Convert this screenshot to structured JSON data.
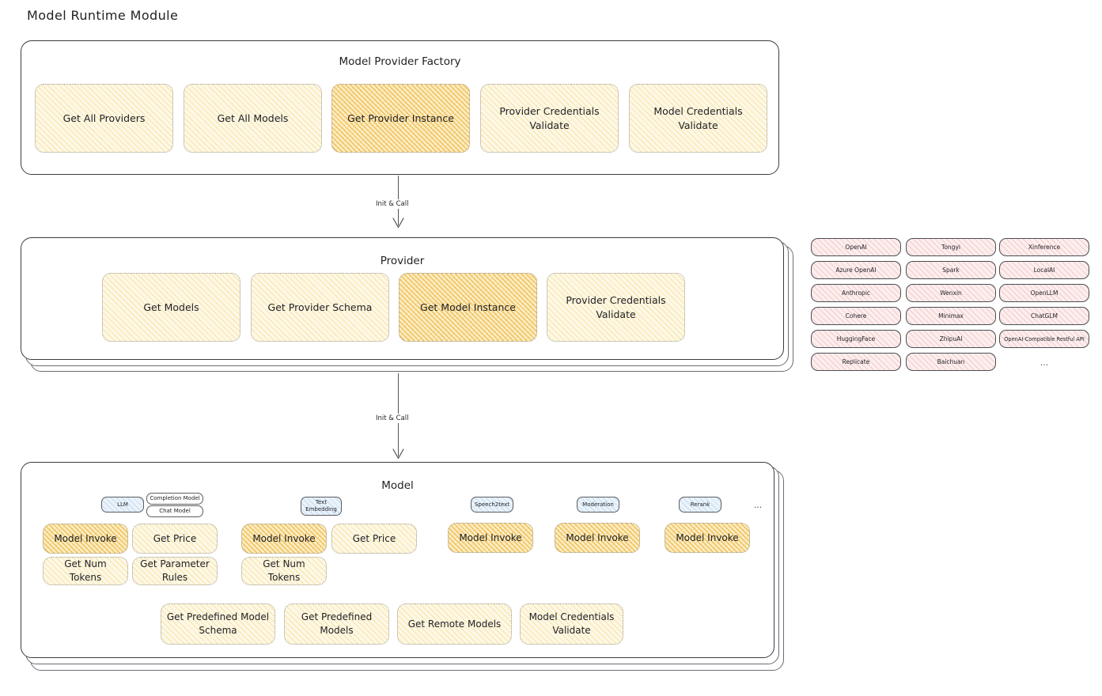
{
  "title": "Model Runtime Module",
  "sections": {
    "factory": {
      "title": "Model Provider Factory",
      "nodes": [
        {
          "label": "Get All Providers",
          "highlight": false
        },
        {
          "label": "Get All Models",
          "highlight": false
        },
        {
          "label": "Get Provider Instance",
          "highlight": true
        },
        {
          "label": "Provider Credentials Validate",
          "highlight": false
        },
        {
          "label": "Model Credentials Validate",
          "highlight": false
        }
      ]
    },
    "provider": {
      "title": "Provider",
      "nodes": [
        {
          "label": "Get Models",
          "highlight": false
        },
        {
          "label": "Get Provider Schema",
          "highlight": false
        },
        {
          "label": "Get Model Instance",
          "highlight": true
        },
        {
          "label": "Provider Credentials Validate",
          "highlight": false
        }
      ]
    },
    "model": {
      "title": "Model",
      "types": [
        {
          "name": "LLM",
          "subbadges": [
            "Completion Model",
            "Chat Model"
          ],
          "nodes": [
            {
              "label": "Model Invoke",
              "highlight": true
            },
            {
              "label": "Get Price",
              "highlight": false
            },
            {
              "label": "Get Num Tokens",
              "highlight": false
            },
            {
              "label": "Get Parameter Rules",
              "highlight": false
            }
          ]
        },
        {
          "name": "Text Embedding",
          "subbadges": [],
          "nodes": [
            {
              "label": "Model Invoke",
              "highlight": true
            },
            {
              "label": "Get Price",
              "highlight": false
            },
            {
              "label": "Get Num Tokens",
              "highlight": false
            }
          ]
        },
        {
          "name": "Speech2text",
          "subbadges": [],
          "nodes": [
            {
              "label": "Model Invoke",
              "highlight": true
            }
          ]
        },
        {
          "name": "Moderation",
          "subbadges": [],
          "nodes": [
            {
              "label": "Model Invoke",
              "highlight": true
            }
          ]
        },
        {
          "name": "Rerank",
          "subbadges": [],
          "nodes": [
            {
              "label": "Model Invoke",
              "highlight": true
            }
          ]
        }
      ],
      "more": "...",
      "common_nodes": [
        {
          "label": "Get Predefined Model Schema",
          "highlight": false
        },
        {
          "label": "Get Predefined Models",
          "highlight": false
        },
        {
          "label": "Get Remote Models",
          "highlight": false
        },
        {
          "label": "Model Credentials Validate",
          "highlight": false
        }
      ]
    }
  },
  "arrows": [
    {
      "label": "Init & Call"
    },
    {
      "label": "Init & Call"
    }
  ],
  "provider_list": {
    "columns": [
      [
        "OpenAI",
        "Azure OpenAI",
        "Anthropic",
        "Cohere",
        "HuggingFace",
        "Replicate"
      ],
      [
        "Tongyi",
        "Spark",
        "Wenxin",
        "Minimax",
        "ZhipuAI",
        "Baichuan"
      ],
      [
        "Xinference",
        "LocalAI",
        "OpenLLM",
        "ChatGLM",
        "OpenAI-Compatible Restful API"
      ]
    ],
    "more": "..."
  },
  "colors": {
    "highlight": "#f0b429",
    "pale": "#fdf8e6",
    "rose": "#fdeeee",
    "blue": "#eaf3fb",
    "stroke": "#3a3c40"
  }
}
